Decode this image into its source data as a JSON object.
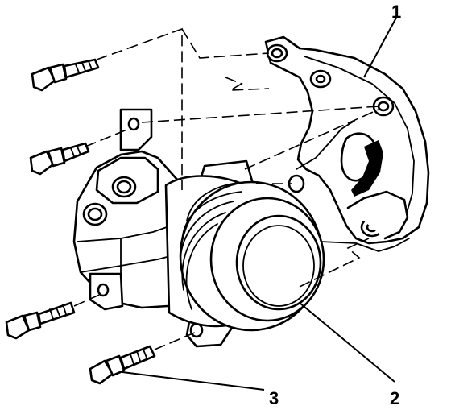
{
  "callouts": [
    {
      "id": "1",
      "label": "1"
    },
    {
      "id": "2",
      "label": "2"
    },
    {
      "id": "3",
      "label": "3"
    }
  ],
  "icons": [
    "bolt-icon",
    "ac-compressor-icon",
    "mounting-bracket-icon"
  ]
}
